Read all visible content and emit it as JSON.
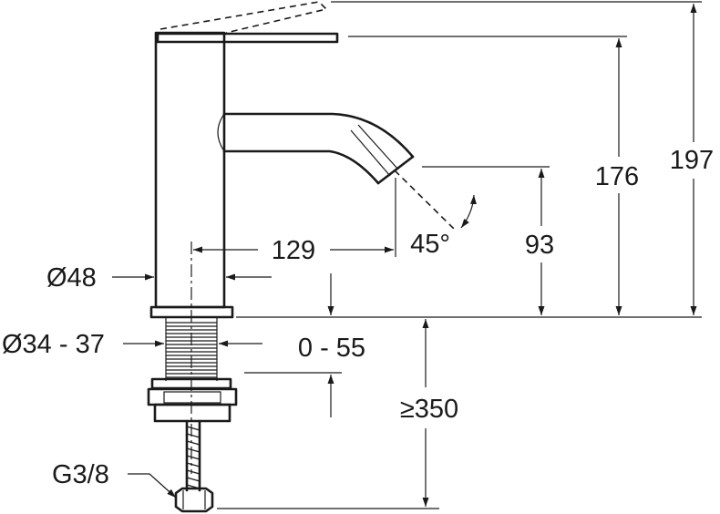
{
  "figure": {
    "dimensions": {
      "height_total": "197",
      "height_lever": "176",
      "height_spout": "93",
      "reach": "129",
      "spout_angle": "45°",
      "body_diameter": "Ø48",
      "hole_diameter": "Ø34 - 37",
      "deck_thickness": "0 - 55",
      "hose_length": "≥350",
      "connection_thread": "G3/8"
    }
  }
}
